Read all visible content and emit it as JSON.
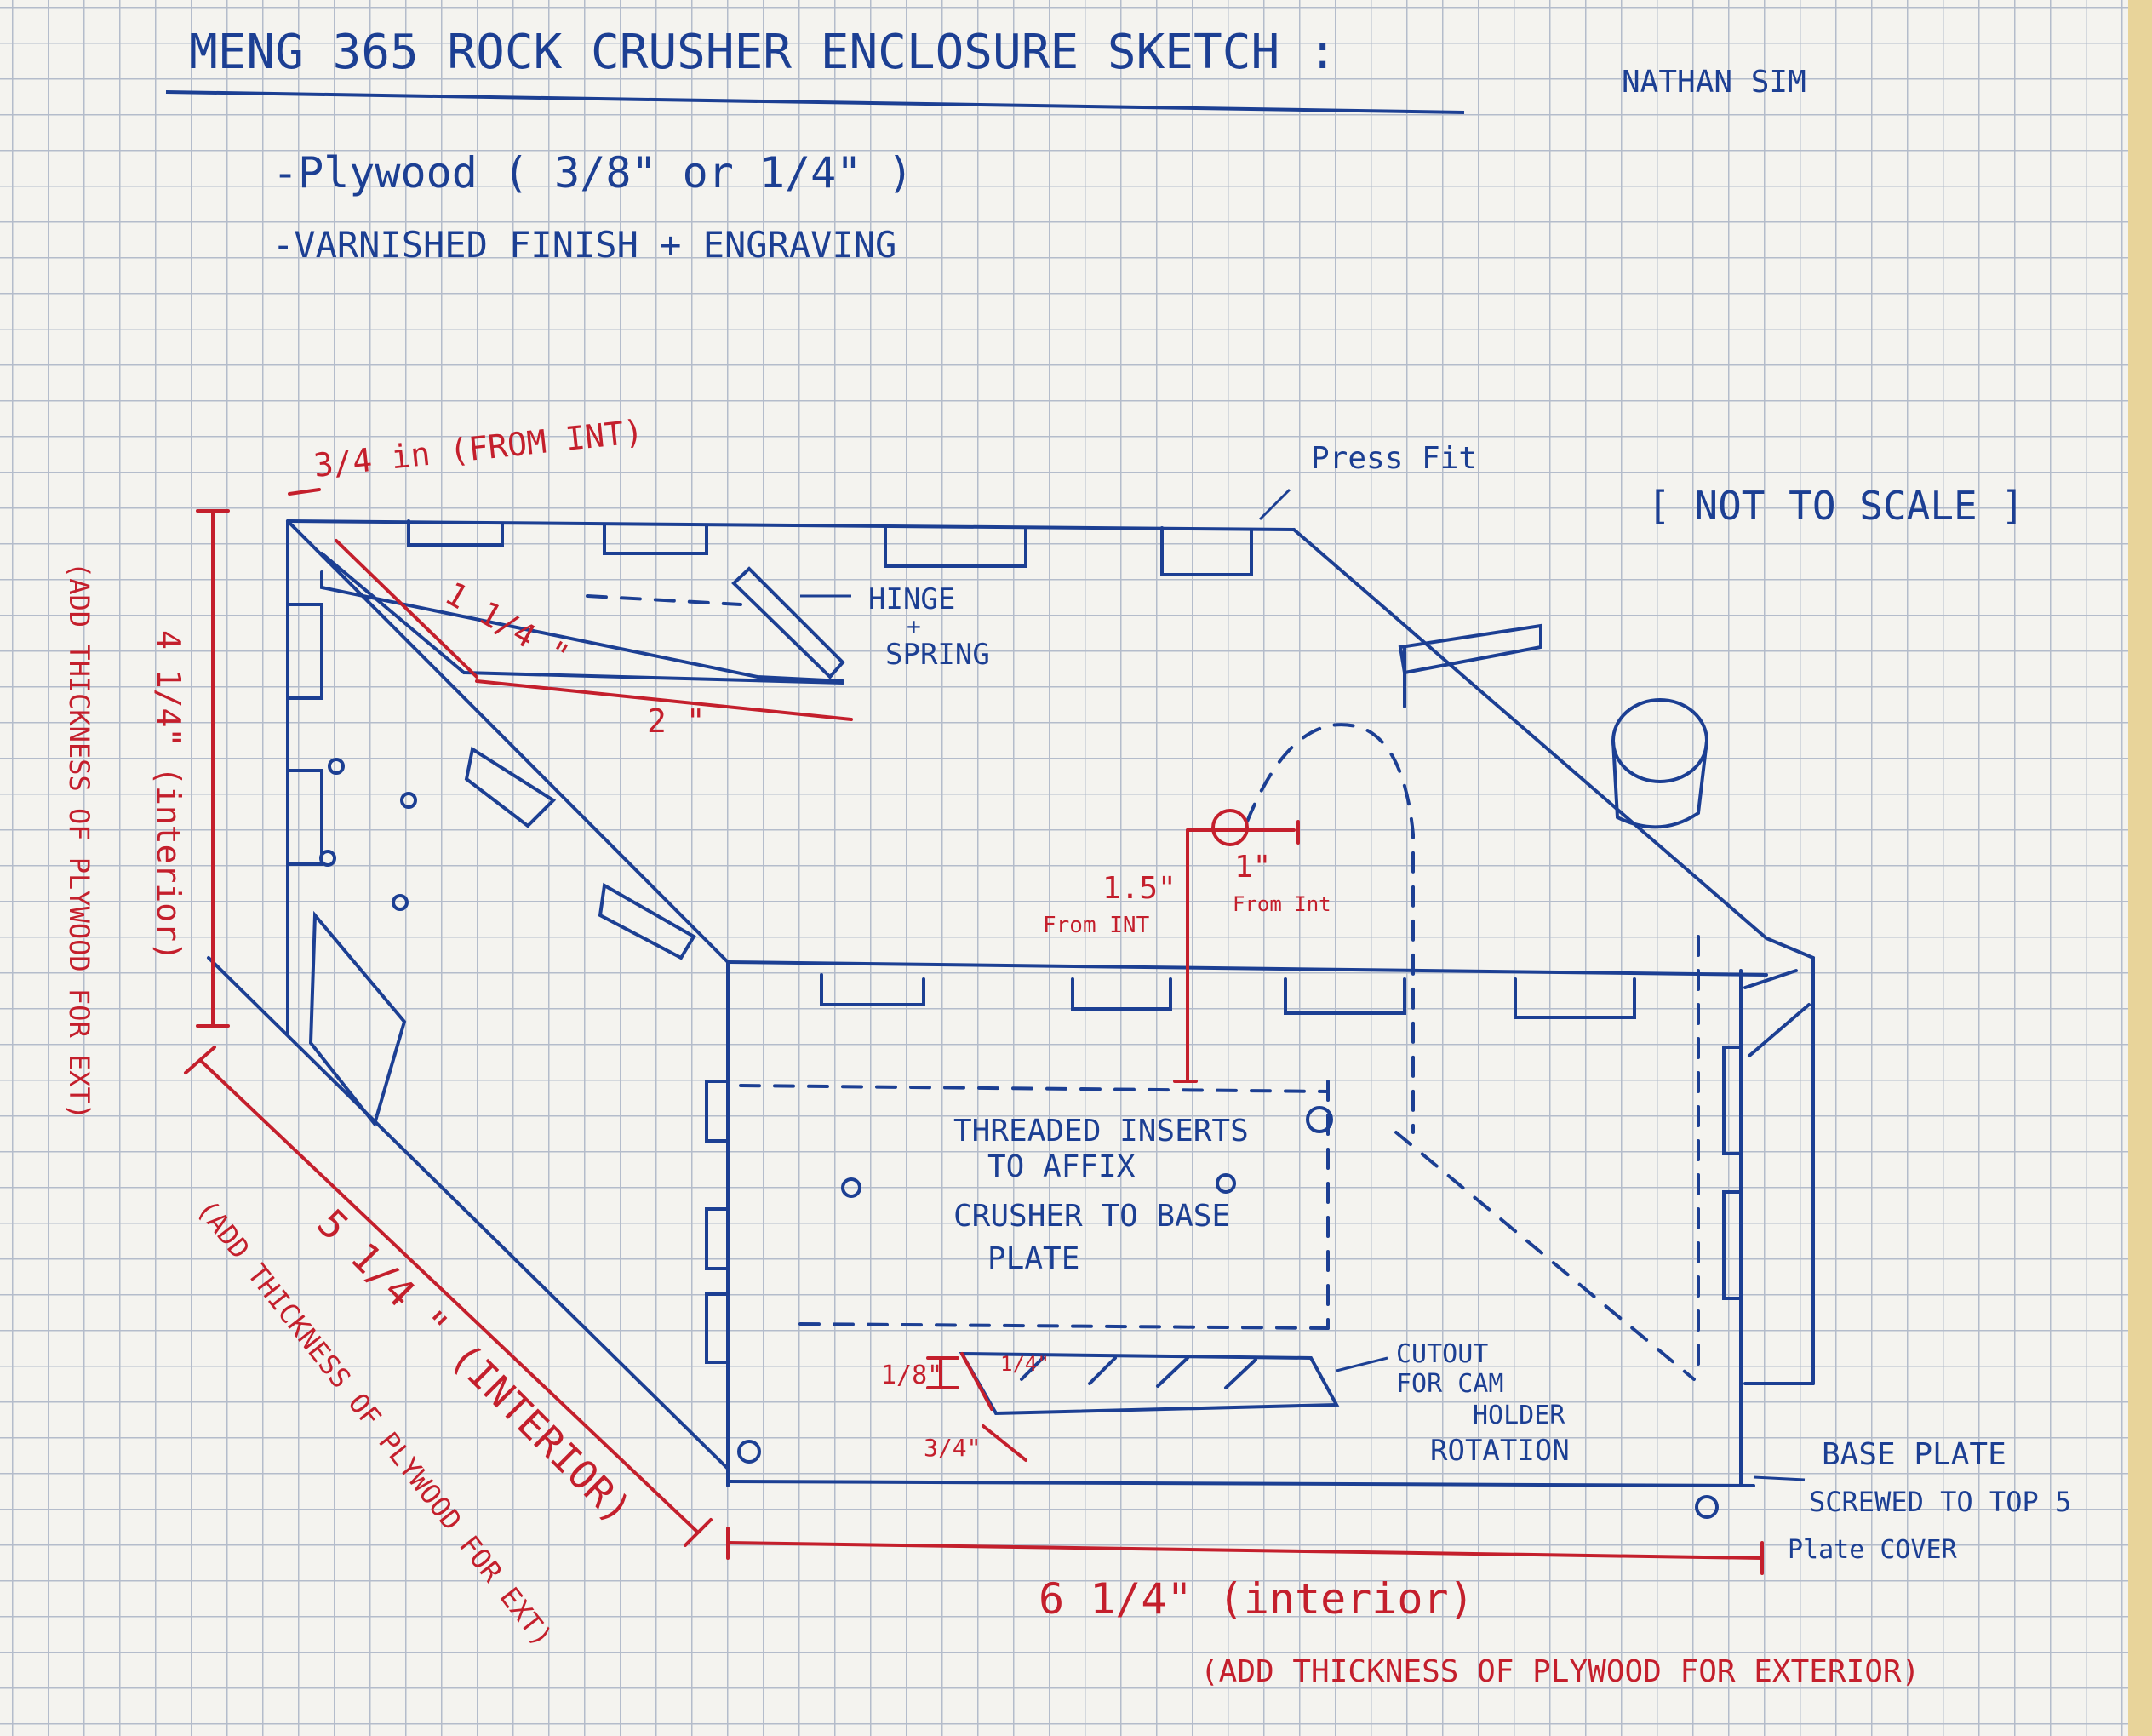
{
  "sheet": {
    "title": "MENG 365 ROCK CRUSHER ENCLOSURE SKETCH :",
    "author": "NATHAN SIM",
    "note_material": "-Plywood ( 3/8\" or 1/4\" )",
    "note_finish": "-VARNISHED FINISH + ENGRAVING",
    "scale_note": "[ NOT TO SCALE ]"
  },
  "labels": {
    "press_fit": "Press Fit",
    "hinge": "HINGE",
    "hinge_plus": "+",
    "spring": "SPRING",
    "threaded_1": "THREADED INSERTS",
    "threaded_2": "TO AFFIX",
    "threaded_3": "CRUSHER TO BASE",
    "threaded_4": "PLATE",
    "cutout_1": "CUTOUT",
    "cutout_2": "FOR CAM",
    "cutout_3": "HOLDER",
    "cutout_4": "ROTATION",
    "base_1": "BASE PLATE",
    "base_2": "SCREWED TO TOP 5",
    "base_3": "Plate COVER"
  },
  "dimensions": {
    "lip": "3/4 in (FROM INT)",
    "lid_slant": "1 1/4 \"",
    "lid_depth": "2 \"",
    "height": "4 1/4\" (interior)",
    "height_note": "(ADD THICKNESS OF PLYWOOD FOR EXT)",
    "depth": "5 1/4 \" (INTERIOR)",
    "depth_note": "(ADD THICKNESS OF PLYWOOD FOR EXT)",
    "width": "6 1/4\" (interior)",
    "width_note": "(ADD THICKNESS OF PLYWOOD FOR EXTERIOR)",
    "hole_x": "1.5\"",
    "hole_x_note": "From INT",
    "hole_y": "1\"",
    "hole_y_note": "From Int",
    "slot_h": "1/8\"",
    "slot_w": "3/4\"",
    "slot_q": "1/4\""
  },
  "colors": {
    "ink_blue": "#1c3f93",
    "ink_red": "#c41f2c",
    "paper": "#f4f3ef",
    "grid": "#b4bccb"
  }
}
